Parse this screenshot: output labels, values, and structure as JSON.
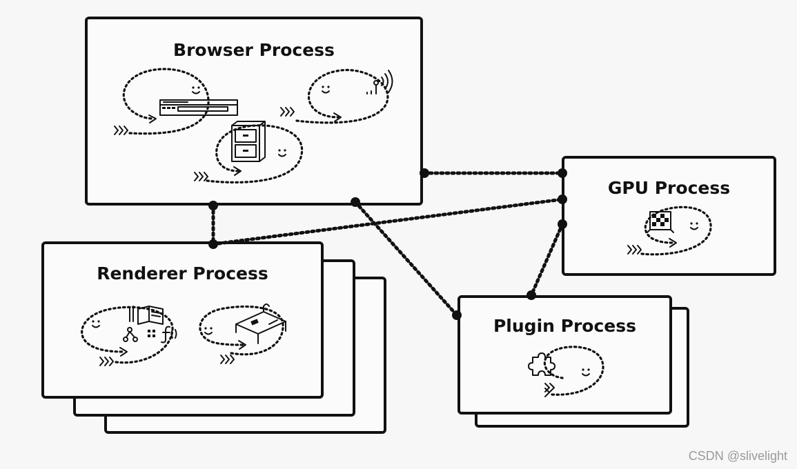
{
  "processes": {
    "browser": {
      "title": "Browser Process"
    },
    "gpu": {
      "title": "GPU Process"
    },
    "renderer": {
      "title": "Renderer Process"
    },
    "plugin": {
      "title": "Plugin Process"
    }
  },
  "icons": {
    "browser": [
      "face-icon",
      "browser-window-icon",
      "network-antenna-icon",
      "file-cabinet-icon",
      "arrow-chevrons-icon"
    ],
    "gpu": [
      "gpu-grid-icon",
      "face-icon",
      "arrow-chevrons-icon"
    ],
    "renderer": [
      "face-icon",
      "document-book-icon",
      "code-icon",
      "function-icon",
      "canvas-table-icon",
      "arrow-chevrons-icon"
    ],
    "plugin": [
      "puzzle-piece-icon",
      "face-icon",
      "arrow-chevrons-icon"
    ]
  },
  "watermark": "CSDN @slivelight"
}
